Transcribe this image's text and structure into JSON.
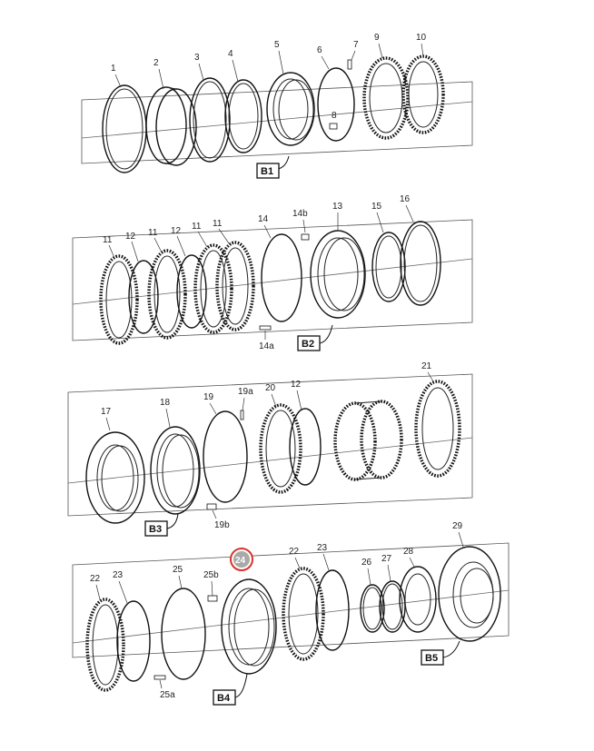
{
  "rows": [
    {
      "parts": [
        "1",
        "2",
        "3",
        "4",
        "5",
        "6",
        "7",
        "8",
        "9",
        "10"
      ],
      "box": "B1"
    },
    {
      "parts": [
        "11",
        "12",
        "11",
        "12",
        "11",
        "11",
        "14",
        "14b",
        "13",
        "15",
        "16",
        "14a"
      ],
      "box": "B2"
    },
    {
      "parts": [
        "17",
        "18",
        "19",
        "19a",
        "20",
        "12",
        "21",
        "19b"
      ],
      "box": "B3"
    },
    {
      "parts": [
        "22",
        "23",
        "25",
        "25b",
        "22",
        "23",
        "26",
        "27",
        "28",
        "29",
        "25a"
      ],
      "highlight": "24",
      "boxes": [
        "B4",
        "B5"
      ]
    }
  ],
  "colors": {
    "highlight_fill": "#a9a9a9",
    "highlight_ring": "#d9342b",
    "line": "#111111"
  }
}
